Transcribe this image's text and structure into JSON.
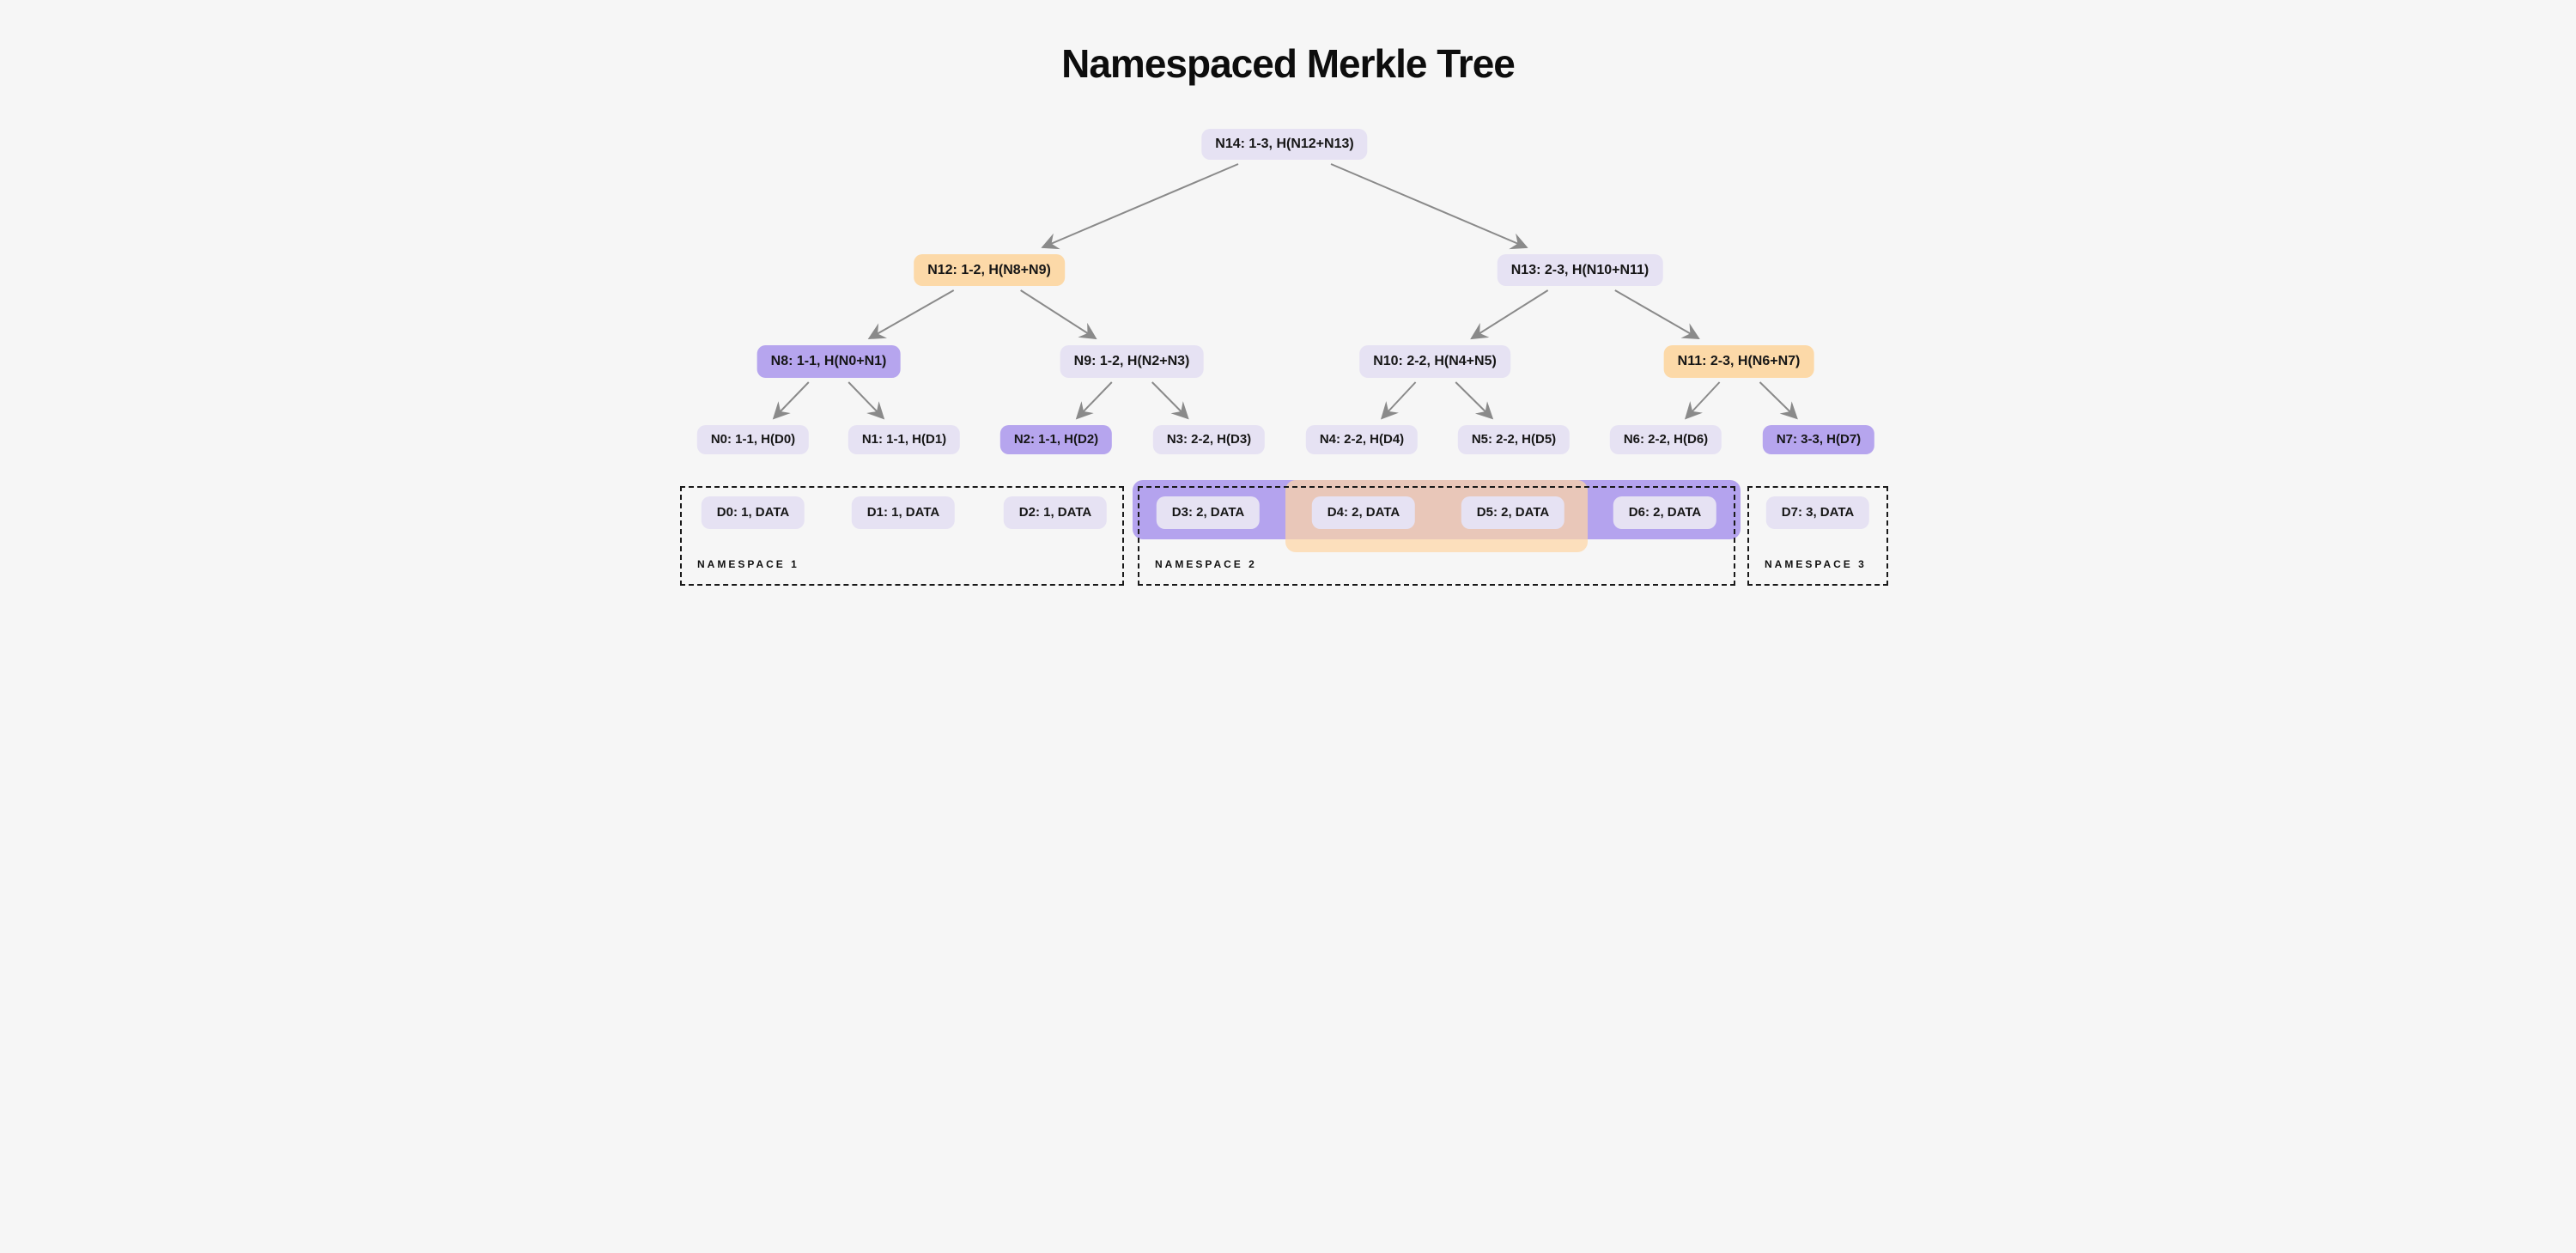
{
  "title": "Namespaced Merkle Tree",
  "colors": {
    "background": "#f6f6f6",
    "node_lavender": "#e6e2f3",
    "node_purple": "#b6a5ee",
    "node_orange": "#fcd9a8",
    "band_purple": "#b4a3ee",
    "band_orange": "rgba(253,213,165,0.72)",
    "arrow": "#8a8a8a",
    "text": "#161616"
  },
  "tree": {
    "nodes": [
      {
        "id": "N14",
        "label": "N14: 1-3, H(N12+N13)",
        "variant": "lavender"
      },
      {
        "id": "N12",
        "label": "N12: 1-2, H(N8+N9)",
        "variant": "orange"
      },
      {
        "id": "N13",
        "label": "N13: 2-3, H(N10+N11)",
        "variant": "lavender"
      },
      {
        "id": "N8",
        "label": "N8: 1-1, H(N0+N1)",
        "variant": "purple"
      },
      {
        "id": "N9",
        "label": "N9: 1-2, H(N2+N3)",
        "variant": "lavender"
      },
      {
        "id": "N10",
        "label": "N10: 2-2, H(N4+N5)",
        "variant": "lavender"
      },
      {
        "id": "N11",
        "label": "N11: 2-3, H(N6+N7)",
        "variant": "orange"
      },
      {
        "id": "N0",
        "label": "N0: 1-1, H(D0)",
        "variant": "lavender"
      },
      {
        "id": "N1",
        "label": "N1: 1-1, H(D1)",
        "variant": "lavender"
      },
      {
        "id": "N2",
        "label": "N2: 1-1, H(D2)",
        "variant": "purple"
      },
      {
        "id": "N3",
        "label": "N3: 2-2, H(D3)",
        "variant": "lavender"
      },
      {
        "id": "N4",
        "label": "N4: 2-2, H(D4)",
        "variant": "lavender"
      },
      {
        "id": "N5",
        "label": "N5: 2-2, H(D5)",
        "variant": "lavender"
      },
      {
        "id": "N6",
        "label": "N6: 2-2, H(D6)",
        "variant": "lavender"
      },
      {
        "id": "N7",
        "label": "N7: 3-3, H(D7)",
        "variant": "purple"
      }
    ],
    "edges": [
      [
        "N14",
        "N12"
      ],
      [
        "N14",
        "N13"
      ],
      [
        "N12",
        "N8"
      ],
      [
        "N12",
        "N9"
      ],
      [
        "N13",
        "N10"
      ],
      [
        "N13",
        "N11"
      ],
      [
        "N8",
        "N0"
      ],
      [
        "N8",
        "N1"
      ],
      [
        "N9",
        "N2"
      ],
      [
        "N9",
        "N3"
      ],
      [
        "N10",
        "N4"
      ],
      [
        "N10",
        "N5"
      ],
      [
        "N11",
        "N6"
      ],
      [
        "N11",
        "N7"
      ]
    ]
  },
  "data_row": {
    "chips": [
      {
        "id": "D0",
        "label": "D0: 1, DATA"
      },
      {
        "id": "D1",
        "label": "D1: 1, DATA"
      },
      {
        "id": "D2",
        "label": "D2: 1, DATA"
      },
      {
        "id": "D3",
        "label": "D3: 2, DATA"
      },
      {
        "id": "D4",
        "label": "D4: 2, DATA"
      },
      {
        "id": "D5",
        "label": "D5: 2, DATA"
      },
      {
        "id": "D6",
        "label": "D6: 2, DATA"
      },
      {
        "id": "D7",
        "label": "D7: 3, DATA"
      }
    ]
  },
  "namespaces": [
    {
      "label": "NAMESPACE 1",
      "chips": [
        "D0",
        "D1",
        "D2"
      ]
    },
    {
      "label": "NAMESPACE 2",
      "chips": [
        "D3",
        "D4",
        "D5",
        "D6"
      ]
    },
    {
      "label": "NAMESPACE 3",
      "chips": [
        "D7"
      ]
    }
  ],
  "highlights": [
    {
      "name": "purple-range-highlight",
      "color_key": "band_purple",
      "covers": [
        "D3",
        "D4",
        "D5",
        "D6"
      ]
    },
    {
      "name": "orange-range-highlight",
      "color_key": "band_orange",
      "covers": [
        "D4",
        "D5"
      ]
    }
  ]
}
